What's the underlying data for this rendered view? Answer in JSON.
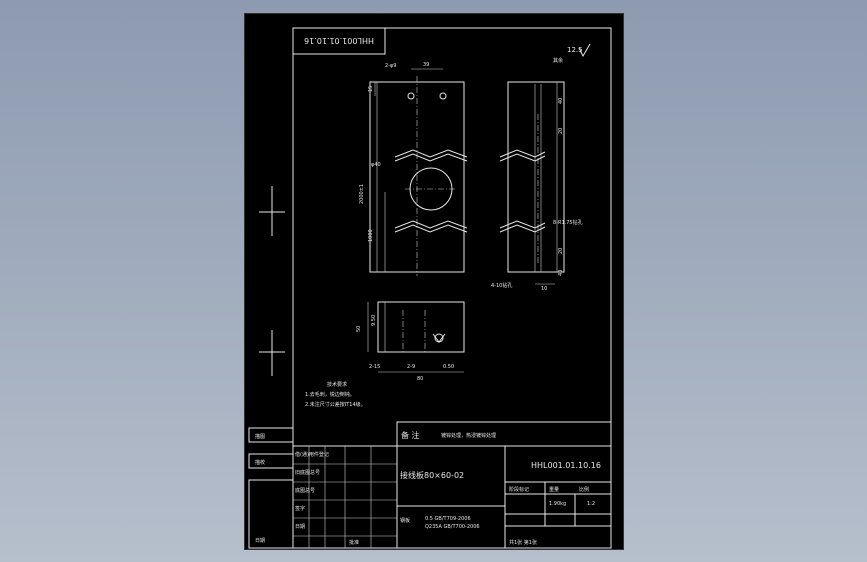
{
  "drawing": {
    "rotated_code": "HHL001.01.10.16",
    "surface_finish": "12.5",
    "surface_note": "其余",
    "front": {
      "hole_dia": "2-φ9",
      "hole_spacing": "39",
      "top_offset": "15",
      "center_hole": "φ40",
      "height_total": "2000±1",
      "height_lower": "1000"
    },
    "side": {
      "dim_top": "40",
      "dim_2": "20",
      "dim_3": "20",
      "dim_4": "40",
      "hole_note": "8-R1.75钻孔",
      "bottom_note": "4-10钻孔",
      "dim_width": "10"
    },
    "bottom_view": {
      "height": "50",
      "inner": "9.50",
      "dim_left": "2-15",
      "dim_mid": "2-9",
      "dim_right": "0.50",
      "width": "80"
    },
    "notes": {
      "title": "技术要求",
      "line1": "1.去毛刺，锐边倒钝。",
      "line2": "2.未注尺寸公差按IT14级。"
    },
    "title_block": {
      "remark_label": "备 注",
      "remark_text": "镀锌处理，热浸镀锌处理",
      "part_name": "接线板80×60-02",
      "drawing_no": "HHL001.01.10.16",
      "weight": "1.90kg",
      "scale": "1:2",
      "material": "Q235A GB/T700-2006",
      "material_spec": "0.5 GB/T709-2006",
      "material_label": "钢板",
      "sheet": "共1张 第1张",
      "left_col1": "借(通)用件登记",
      "left_col2": "旧底图总号",
      "left_col3": "底图总号",
      "left_col4": "签字",
      "left_col5": "日期",
      "stage_label": "阶段标记",
      "weight_label": "重量",
      "scale_label": "比例",
      "approved": "批准"
    },
    "left_labels": {
      "a": "描图",
      "b": "描校",
      "c": "日期"
    }
  }
}
